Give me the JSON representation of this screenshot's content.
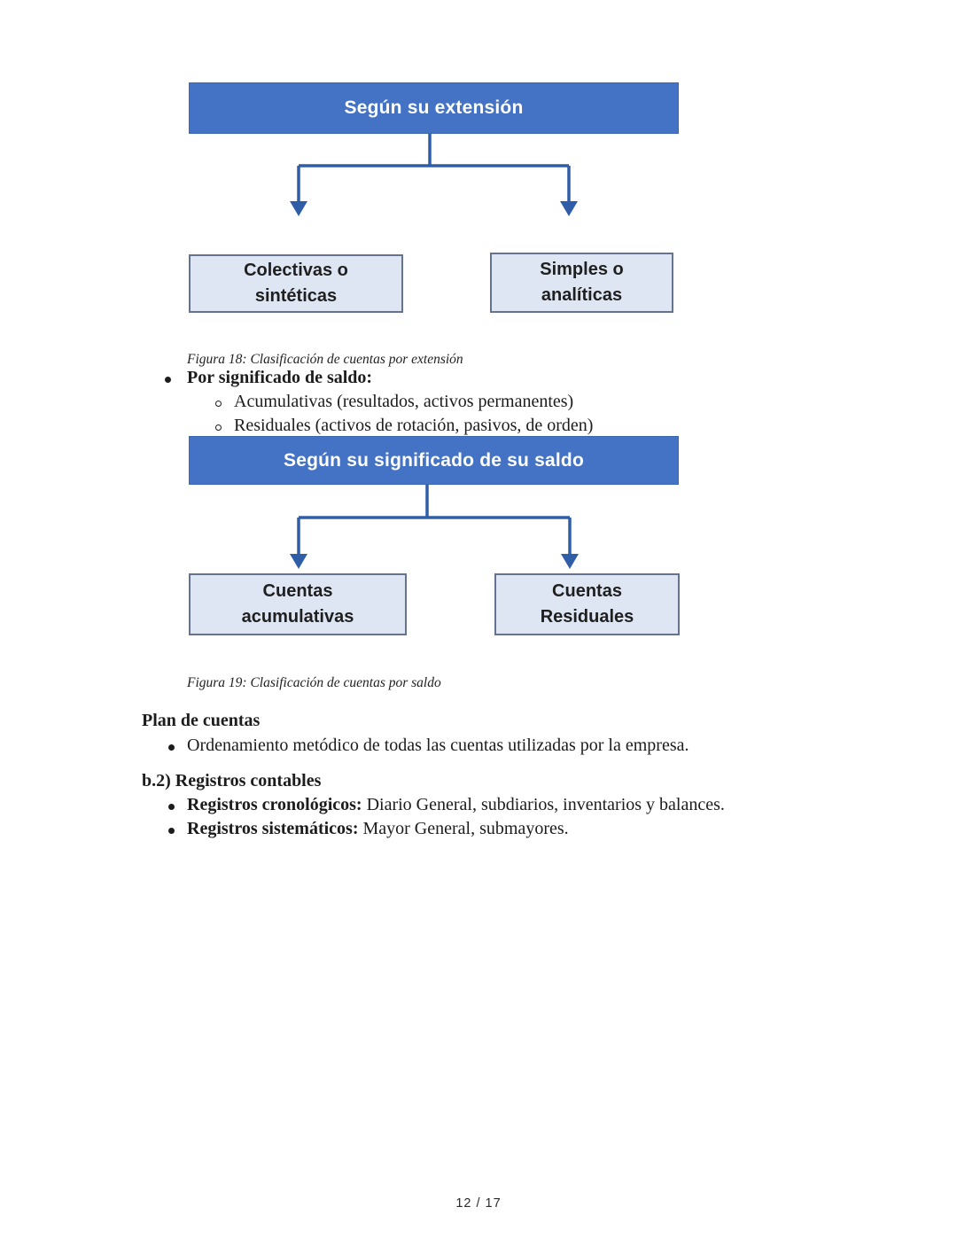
{
  "figura18": {
    "title": "Según su extensión",
    "left_box": "Colectivas o\nsintéticas",
    "right_box": "Simples o\nanalíticas",
    "caption": "Figura 18: Clasificación de cuentas por extensión"
  },
  "saldo_list": {
    "heading": "Por significado de saldo:",
    "items": [
      "Acumulativas (resultados, activos permanentes)",
      "Residuales (activos de rotación, pasivos, de orden)"
    ]
  },
  "figura19": {
    "title": "Según su significado de su saldo",
    "left_box": "Cuentas\nacumulativas",
    "right_box": "Cuentas\nResiduales",
    "caption": "Figura 19: Clasificación de cuentas por saldo"
  },
  "plan": {
    "heading": "Plan de cuentas",
    "items": [
      "Ordenamiento metódico de todas las cuentas utilizadas por la empresa."
    ]
  },
  "registros": {
    "heading": "b.2) Registros contables",
    "items": [
      {
        "lead": "Registros cronológicos:",
        "rest": " Diario General, subdiarios, inventarios y balances."
      },
      {
        "lead": "Registros sistemáticos:",
        "rest": " Mayor General, submayores."
      }
    ]
  },
  "page": {
    "number": "12 / 17"
  },
  "palette": {
    "header_fill": "#4472c4",
    "node_fill": "#dfe6f3",
    "node_border": "#667292",
    "arrow": "#2f5da8"
  }
}
